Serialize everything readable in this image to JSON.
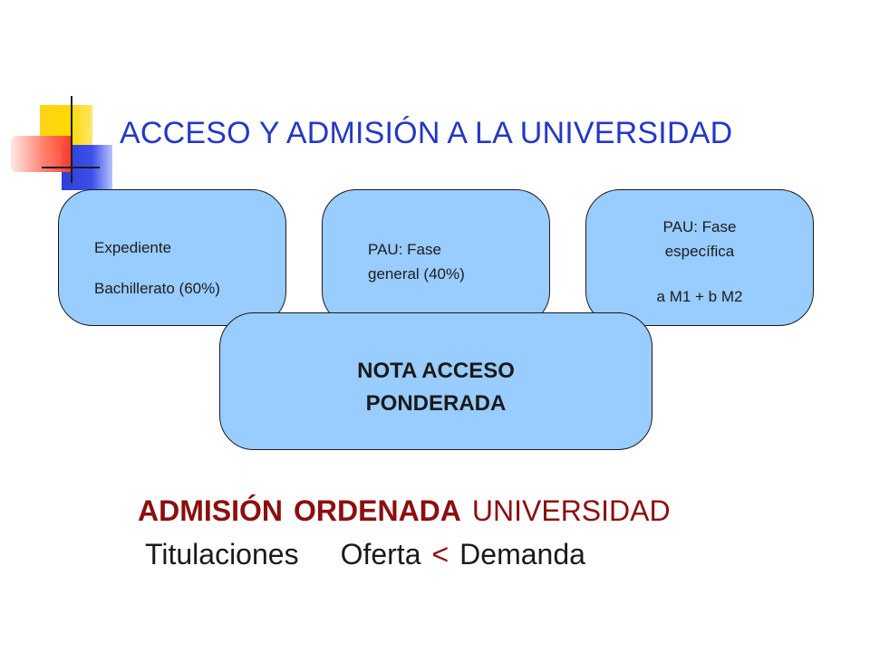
{
  "title": "ACCESO Y ADMISIÓN A LA UNIVERSIDAD",
  "boxes": {
    "expediente": {
      "line1": "Expediente",
      "line2": "Bachillerato (60%)"
    },
    "pau_general": {
      "line1": "PAU: Fase",
      "line2": "general (40%)"
    },
    "pau_especifica": {
      "line1": "PAU: Fase",
      "line2": "específica",
      "line3": "a M1 + b M2"
    },
    "nota": {
      "line1": "NOTA ACCESO",
      "line2": "PONDERADA"
    }
  },
  "bottom": {
    "admision_word": "ADMISIÓN",
    "ordenada_word": "ORDENADA",
    "universidad_word": "UNIVERSIDAD",
    "titulaciones": "Titulaciones",
    "oferta": "Oferta",
    "less_than": "<",
    "demanda": "Demanda"
  },
  "colors": {
    "title": "#2438c5",
    "box_fill": "#99ccff",
    "accent_dark_red": "#8b0f0f"
  },
  "icons": {
    "logo": "colored-squares-logo"
  }
}
